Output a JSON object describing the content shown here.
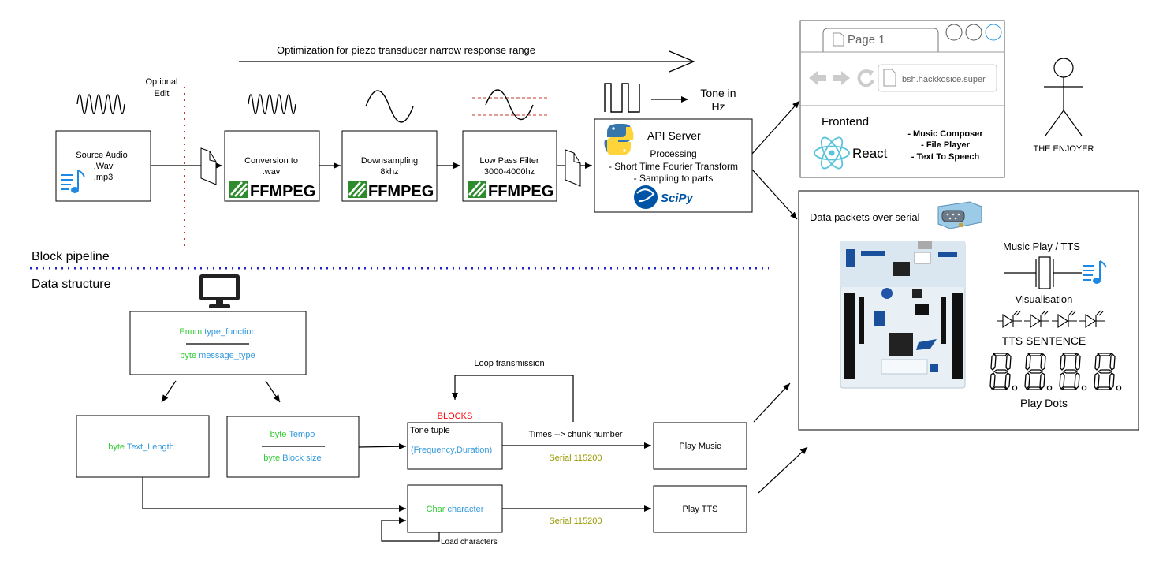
{
  "top_arrow_label": "Optimization for piezo transducer narrow response range",
  "optional_edit": [
    "Optional",
    "Edit"
  ],
  "source_audio": [
    "Source Audio",
    ".Wav",
    ".mp3"
  ],
  "conversion": [
    "Conversion to",
    ".wav"
  ],
  "downsampling": [
    "Downsampling",
    "8khz"
  ],
  "lowpass": [
    "Low Pass Filter",
    "3000-4000hz"
  ],
  "ffmpeg_text": "FFMPEG",
  "tone_in_hz": [
    "Tone in",
    "Hz"
  ],
  "api_server": {
    "title": "API Server",
    "lines": [
      "Processing",
      "- Short Time Fourier Transform",
      "- Sampling to parts"
    ],
    "scipy": "SciPy"
  },
  "browser": {
    "tab": "Page 1",
    "url": "bsh.hackkosice.super",
    "frontend": "Frontend",
    "react": "React",
    "features": [
      "- Music Composer",
      "- File Player",
      "- Text To Speech"
    ]
  },
  "enjoyer": "THE ENJOYER",
  "hardware": {
    "packets": "Data packets over serial",
    "music_play": "Music Play / TTS",
    "visualisation": "Visualisation",
    "tts_sentence": "TTS SENTENCE",
    "play_dots": "Play Dots"
  },
  "section_block": "Block pipeline",
  "section_data": "Data structure",
  "enum_box": {
    "enum_kw": "Enum",
    "enum_name": "type_function",
    "byte_kw": "byte",
    "byte_name": "message_type"
  },
  "text_length": {
    "kw": "byte",
    "name": "Text_Length"
  },
  "tempo_box": {
    "kw1": "byte",
    "name1": "Tempo",
    "kw2": "byte",
    "name2": "Block size"
  },
  "loop_transmission": "Loop transmission",
  "blocks_label": "BLOCKS",
  "tone_tuple": {
    "title": "Tone tuple",
    "fields": "(Frequency,Duration)"
  },
  "times_label": "Times -->  chunk number",
  "serial_1": "Serial 115200",
  "serial_2": "Serial 115200",
  "play_music": "Play Music",
  "char_box": {
    "kw": "Char",
    "name": "character"
  },
  "play_tts": "Play TTS",
  "load_characters": "Load characters",
  "colors": {
    "green": "#33cc33",
    "blue": "#3399dd",
    "olive": "#999900",
    "red": "#ff0000",
    "dots_blue": "#2222cc",
    "dots_red": "#cc3333",
    "ffmpeg_green": "#2e8b2e"
  },
  "icons": [
    "audio-note-icon",
    "file-icon",
    "python-logo",
    "scipy-logo",
    "react-logo",
    "monitor-icon",
    "serial-connector-icon",
    "mcu-board-image",
    "buzzer-symbol",
    "diode-symbol",
    "seven-segment-display",
    "stick-figure"
  ]
}
